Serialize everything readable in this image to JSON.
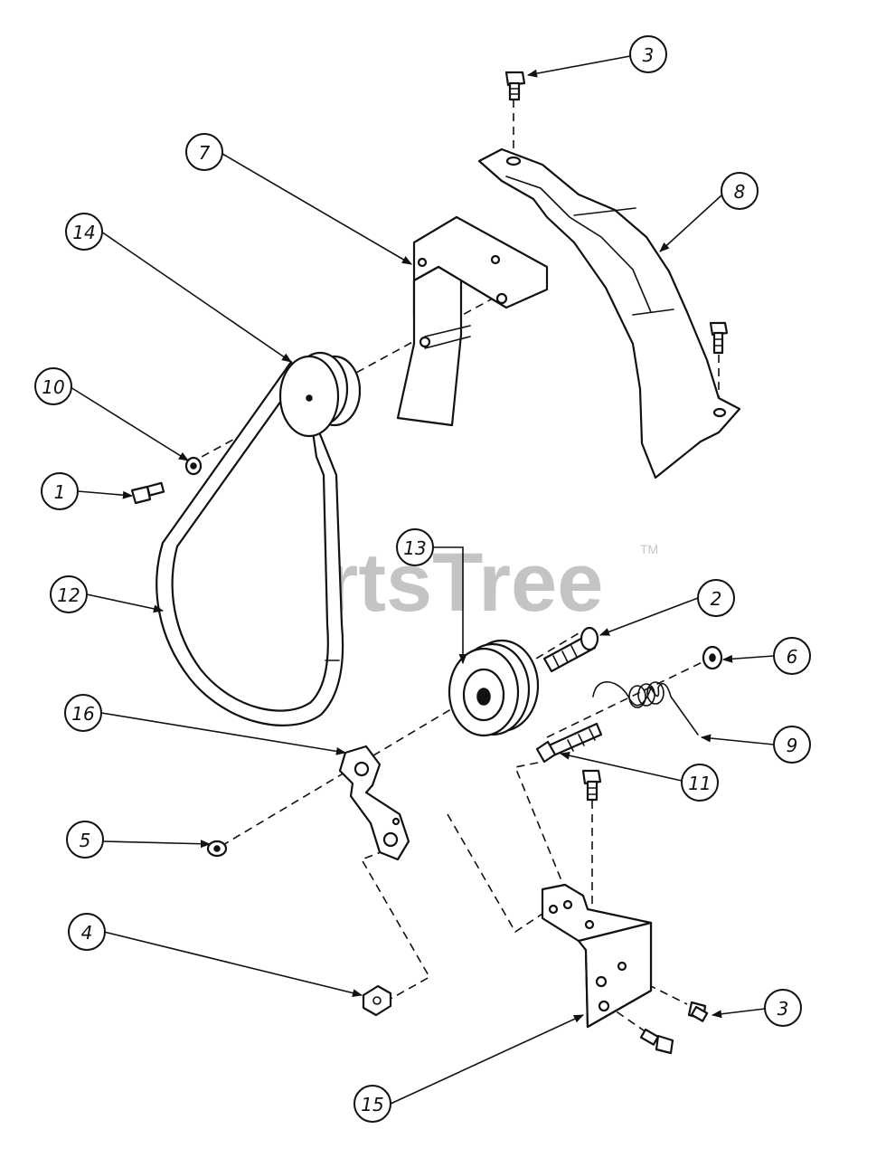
{
  "watermark": {
    "brand": "PartsTree",
    "trademark": "TM"
  },
  "callouts": [
    {
      "id": "c-3-top",
      "label": "3"
    },
    {
      "id": "c-7",
      "label": "7"
    },
    {
      "id": "c-8",
      "label": "8"
    },
    {
      "id": "c-14",
      "label": "14"
    },
    {
      "id": "c-10",
      "label": "10"
    },
    {
      "id": "c-1",
      "label": "1"
    },
    {
      "id": "c-12",
      "label": "12"
    },
    {
      "id": "c-13",
      "label": "13"
    },
    {
      "id": "c-2",
      "label": "2"
    },
    {
      "id": "c-6",
      "label": "6"
    },
    {
      "id": "c-9",
      "label": "9"
    },
    {
      "id": "c-11",
      "label": "11"
    },
    {
      "id": "c-16",
      "label": "16"
    },
    {
      "id": "c-5",
      "label": "5"
    },
    {
      "id": "c-4",
      "label": "4"
    },
    {
      "id": "c-3-bottom",
      "label": "3"
    },
    {
      "id": "c-15",
      "label": "15"
    }
  ]
}
